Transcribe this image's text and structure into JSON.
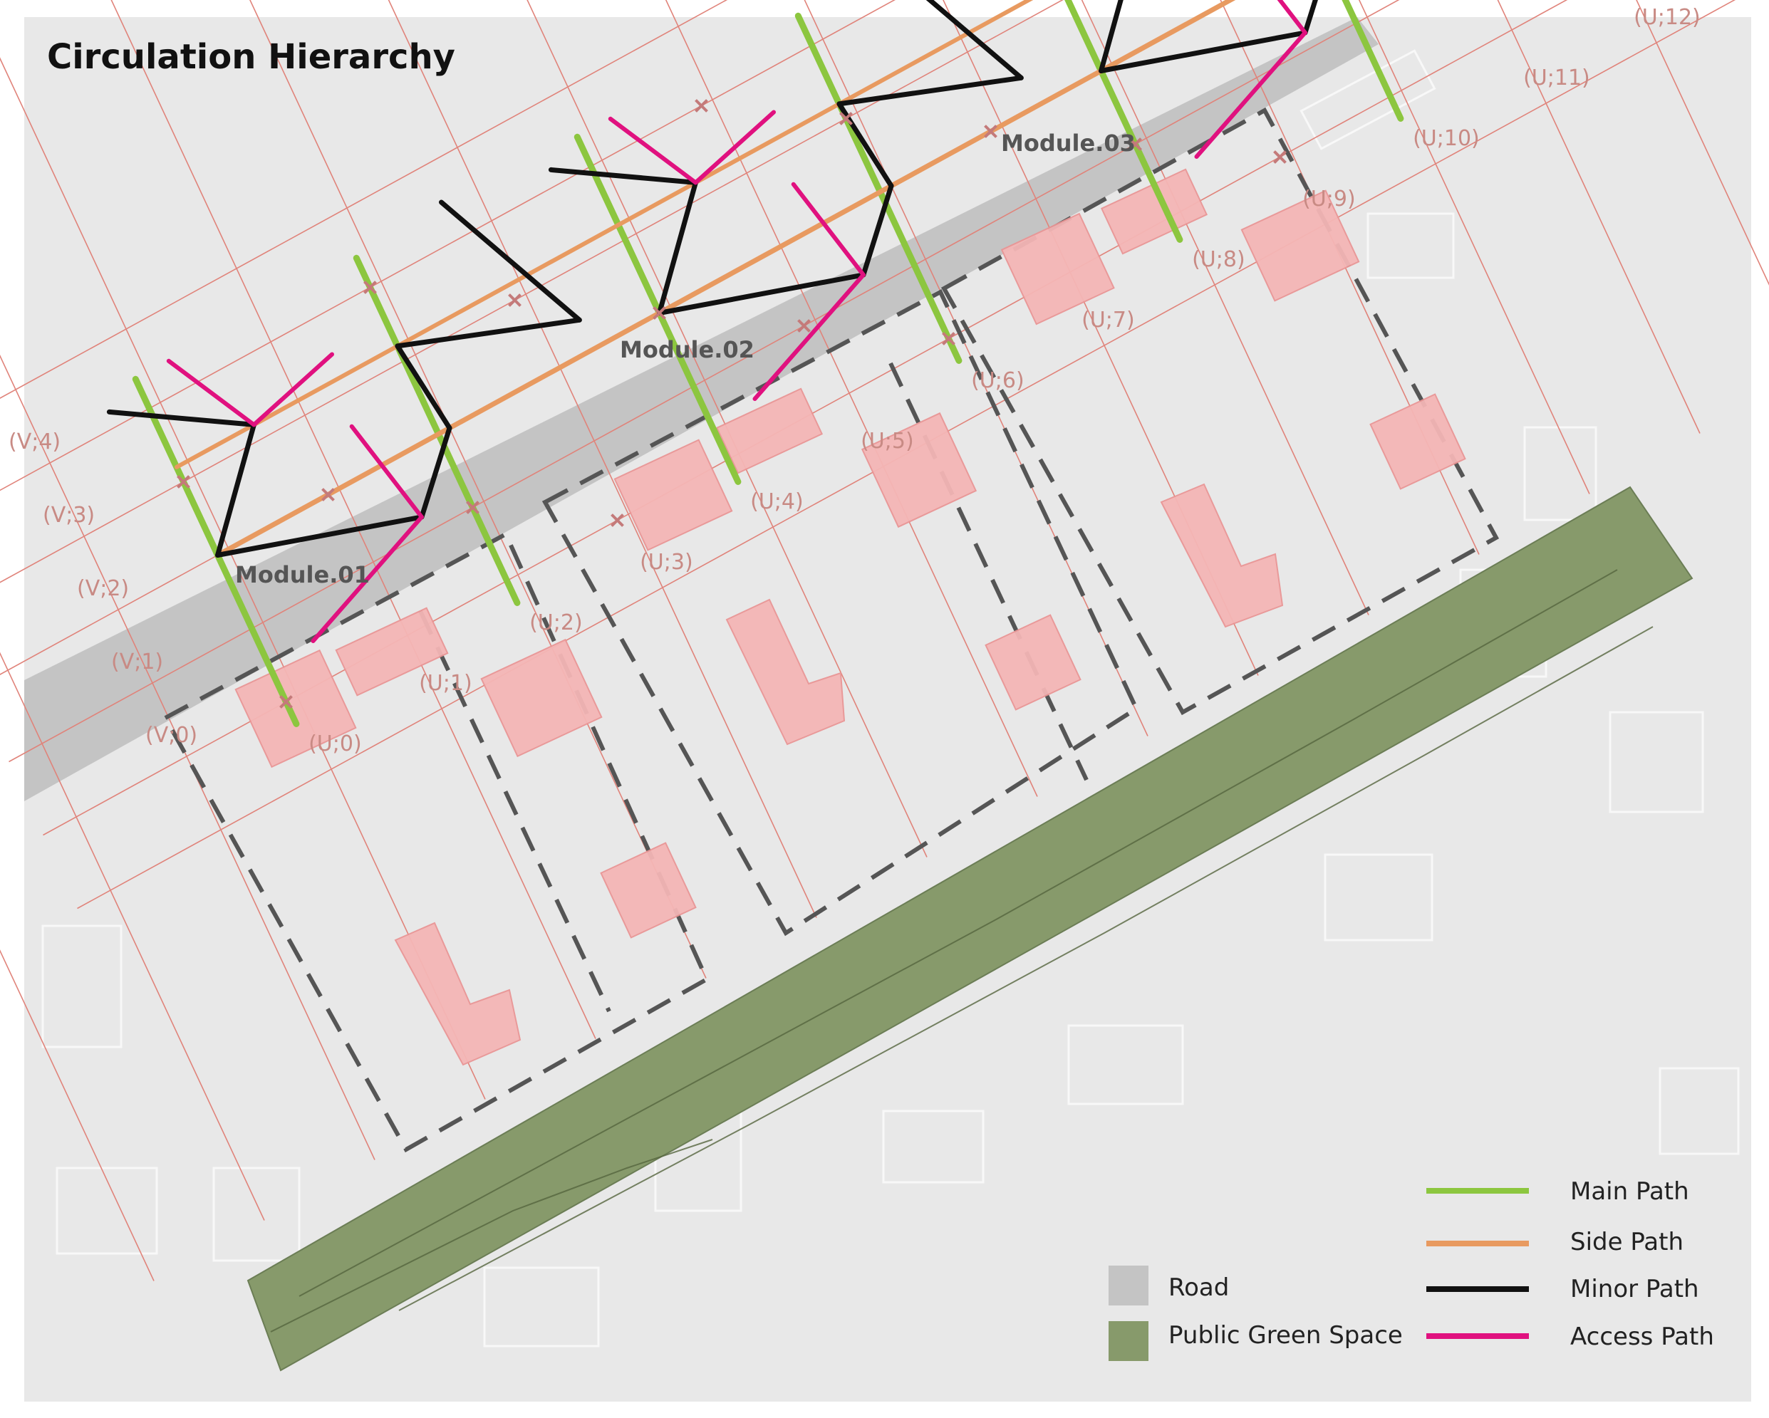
{
  "title": "Circulation Hierarchy",
  "modules": [
    "Module.01",
    "Module.02",
    "Module.03"
  ],
  "u_labels": [
    "(U;0)",
    "(U;1)",
    "(U;2)",
    "(U;3)",
    "(U;4)",
    "(U;5)",
    "(U;6)",
    "(U;7)",
    "(U;8)",
    "(U;9)",
    "(U;10)",
    "(U;11)",
    "(U;12)"
  ],
  "v_labels": [
    "(V;0)",
    "(V;1)",
    "(V;2)",
    "(V;3)",
    "(V;4)"
  ],
  "legend": {
    "paths": [
      {
        "label": "Main Path",
        "color": "#8cc63f"
      },
      {
        "label": "Side Path",
        "color": "#e89a60"
      },
      {
        "label": "Minor Path",
        "color": "#111111"
      },
      {
        "label": "Access Path",
        "color": "#e0117f"
      }
    ],
    "areas": [
      {
        "label": "Road",
        "color": "#c4c4c4"
      },
      {
        "label": "Public Green Space",
        "color": "#879a6b"
      }
    ]
  },
  "colors": {
    "background": "#e8e8e8",
    "grid_line": "#e0837a",
    "node_marker": "#c47a7a",
    "building": "#f4b6b6",
    "module_outline": "#555555"
  }
}
